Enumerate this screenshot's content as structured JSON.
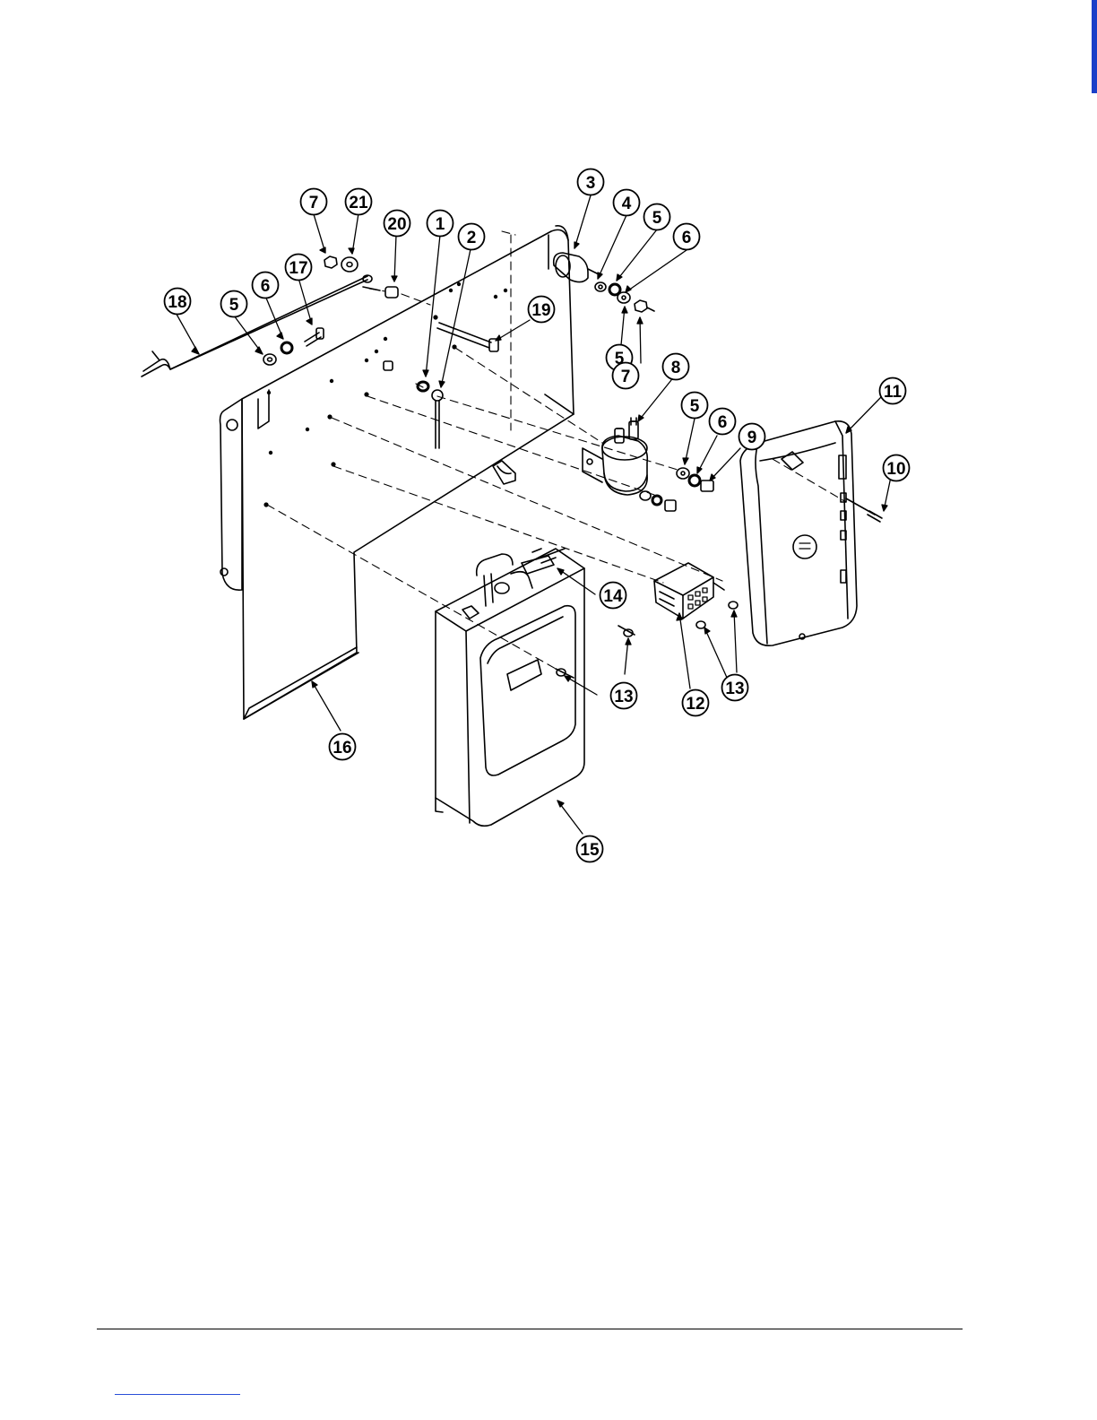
{
  "diagram": {
    "callouts": [
      {
        "id": "c1",
        "label": "1"
      },
      {
        "id": "c2",
        "label": "2"
      },
      {
        "id": "c3",
        "label": "3"
      },
      {
        "id": "c4",
        "label": "4"
      },
      {
        "id": "c5a",
        "label": "5"
      },
      {
        "id": "c5b",
        "label": "5"
      },
      {
        "id": "c5c",
        "label": "5"
      },
      {
        "id": "c5d",
        "label": "5"
      },
      {
        "id": "c6a",
        "label": "6"
      },
      {
        "id": "c6b",
        "label": "6"
      },
      {
        "id": "c6c",
        "label": "6"
      },
      {
        "id": "c7a",
        "label": "7"
      },
      {
        "id": "c7b",
        "label": "7"
      },
      {
        "id": "c8",
        "label": "8"
      },
      {
        "id": "c9",
        "label": "9"
      },
      {
        "id": "c10",
        "label": "10"
      },
      {
        "id": "c11",
        "label": "11"
      },
      {
        "id": "c12",
        "label": "12"
      },
      {
        "id": "c13a",
        "label": "13"
      },
      {
        "id": "c13b",
        "label": "13"
      },
      {
        "id": "c14",
        "label": "14"
      },
      {
        "id": "c15",
        "label": "15"
      },
      {
        "id": "c16",
        "label": "16"
      },
      {
        "id": "c17",
        "label": "17"
      },
      {
        "id": "c18",
        "label": "18"
      },
      {
        "id": "c19",
        "label": "19"
      },
      {
        "id": "c20",
        "label": "20"
      },
      {
        "id": "c21",
        "label": "21"
      }
    ]
  },
  "colors": {
    "line": "#000000",
    "edge_bar": "#1a3fc8",
    "footer_link": "#2a4fd8"
  }
}
